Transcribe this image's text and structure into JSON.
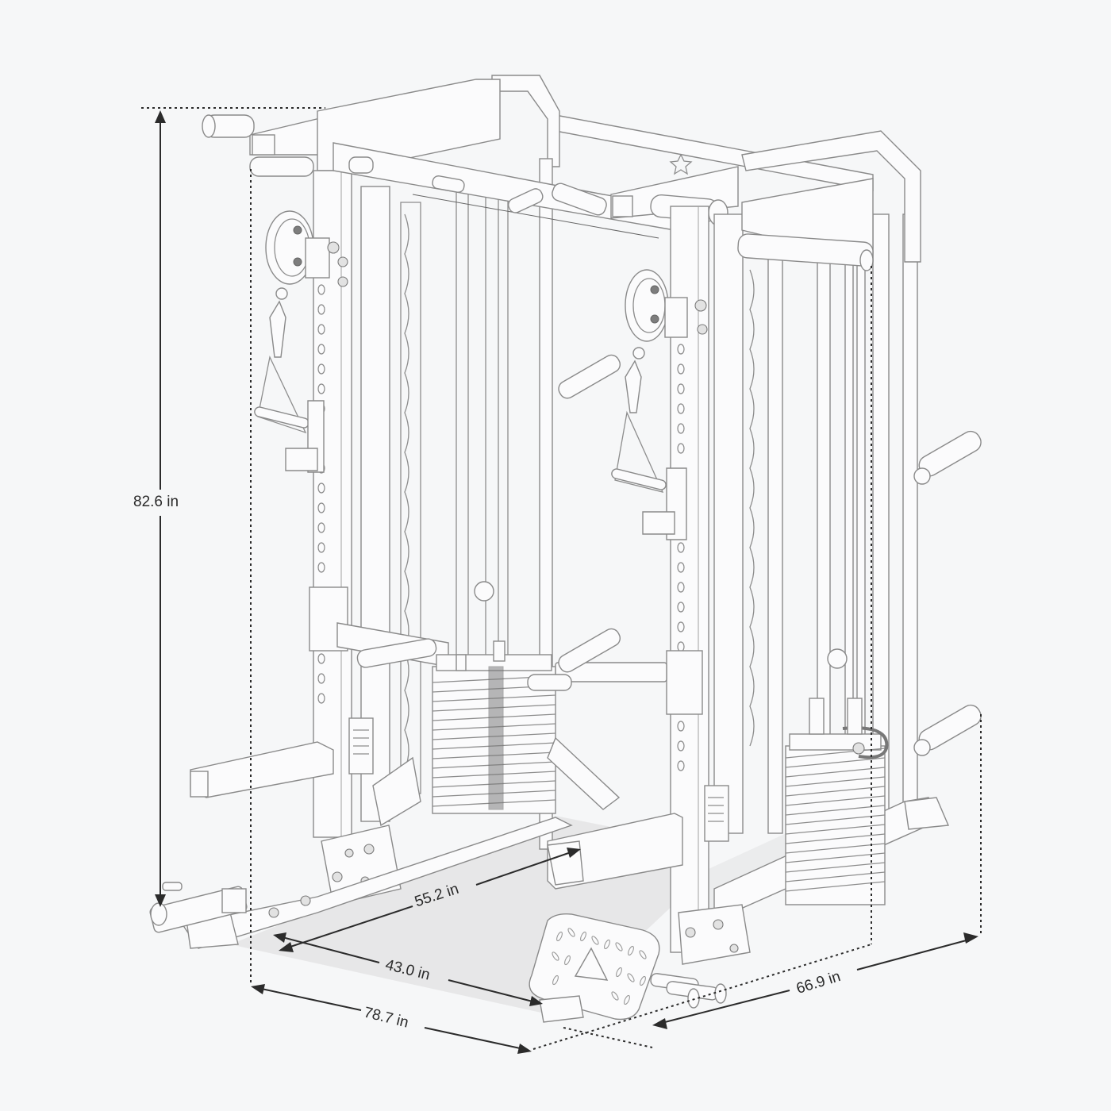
{
  "diagram": {
    "subject": "Smith machine / functional trainer power rack line drawing",
    "background_color": "#f6f7f8",
    "line_color": "#8a8a8a",
    "dimension_color": "#2b2b2b",
    "floor_shadow_color": "#e7e7e8"
  },
  "dimensions": {
    "height": {
      "label": "82.6 in",
      "axis": "vertical"
    },
    "inner_depth": {
      "label": "55.2 in",
      "axis": "depth-inner"
    },
    "inner_width": {
      "label": "43.0 in",
      "axis": "width-inner"
    },
    "overall_width": {
      "label": "78.7 in",
      "axis": "width-overall"
    },
    "overall_depth": {
      "label": "66.9 in",
      "axis": "depth-overall"
    }
  },
  "components": [
    {
      "name": "left-cable-pulley"
    },
    {
      "name": "right-cable-pulley"
    },
    {
      "name": "left-d-handle"
    },
    {
      "name": "right-d-handle"
    },
    {
      "name": "left-weight-stack"
    },
    {
      "name": "right-weight-stack"
    },
    {
      "name": "smith-bar"
    },
    {
      "name": "pull-up-bar"
    },
    {
      "name": "weight-plate-storage-pegs"
    },
    {
      "name": "diamond-plate-footplate"
    },
    {
      "name": "landmine-attachment"
    },
    {
      "name": "dip-handles"
    },
    {
      "name": "safety-spotter-arms"
    }
  ]
}
